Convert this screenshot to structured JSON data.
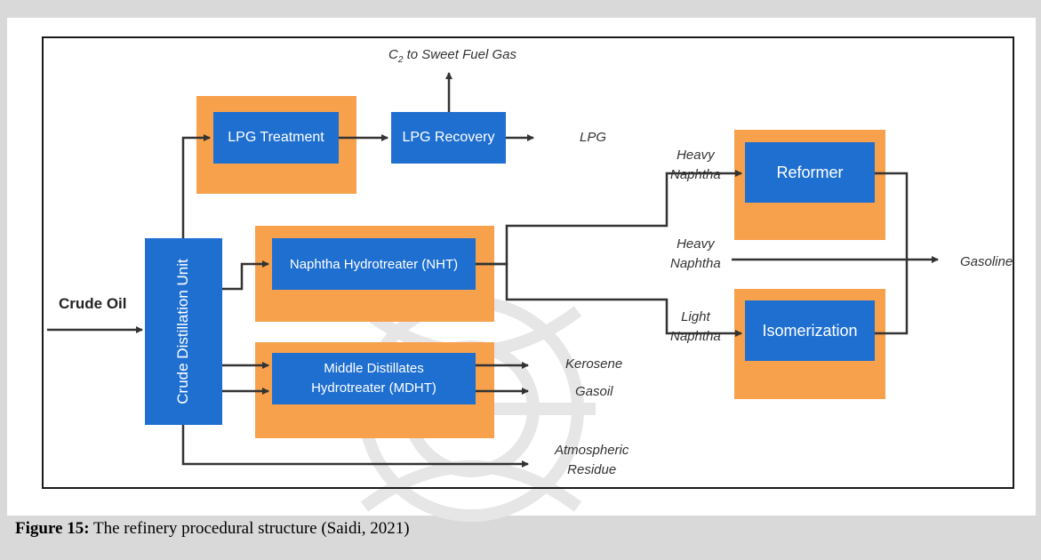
{
  "diagram": {
    "input_label": "Crude Oil",
    "units": {
      "crude_distillation": "Crude Distillation Unit",
      "lpg_treatment": "LPG Treatment",
      "lpg_recovery": "LPG Recovery",
      "naphtha_hydrotreater": "Naphtha Hydrotreater (NHT)",
      "middle_distillates_hydrotreater": "Middle Distillates\nHydrotreater (MDHT)",
      "reformer": "Reformer",
      "isomerization": "Isomerization"
    },
    "streams": {
      "sweet_fuel_gas_prefix": "C",
      "sweet_fuel_gas_subscript": "2",
      "sweet_fuel_gas_suffix": " to Sweet Fuel Gas",
      "lpg": "LPG",
      "heavy_naphtha_1_line1": "Heavy",
      "heavy_naphtha_1_line2": "Naphtha",
      "heavy_naphtha_2_line1": "Heavy",
      "heavy_naphtha_2_line2": "Naphtha",
      "light_naphtha_line1": "Light",
      "light_naphtha_line2": "Naphtha",
      "gasoline": "Gasoline",
      "kerosene": "Kerosene",
      "gasoil": "Gasoil",
      "atmospheric_residue_line1": "Atmospheric",
      "atmospheric_residue_line2": "Residue"
    },
    "colors": {
      "unit_fill": "#1f6fd0",
      "unit_frame": "#f7a14c",
      "line": "#333333"
    }
  },
  "caption": {
    "label": "Figure 15:",
    "text": " The refinery procedural structure (Saidi, 2021)"
  }
}
